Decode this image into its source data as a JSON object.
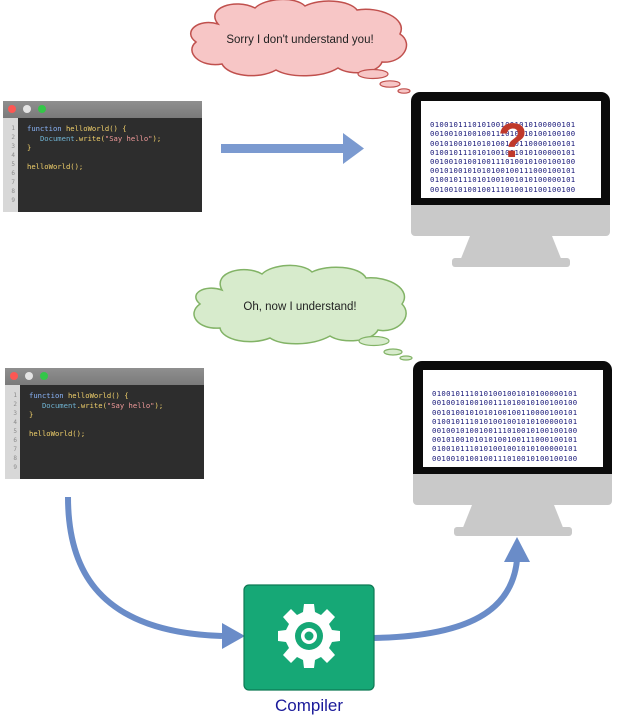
{
  "bubble_top": {
    "text": "Sorry I don't understand you!"
  },
  "bubble_bottom": {
    "text": "Oh, now I understand!"
  },
  "code": {
    "line_numbers": [
      "1",
      "2",
      "3",
      "4",
      "5",
      "6",
      "7",
      "8",
      "9"
    ],
    "line1_kw": "function",
    "line1_fn": "helloWorld() {",
    "line2_obj": "Document",
    "line2_write": ".write(",
    "line2_str": "\"Say hello\"",
    "line2_end": ");",
    "line3": "}",
    "line5": "helloWorld();"
  },
  "binary_lines": [
    "0100101110101001001010100000101",
    "0010010100100111010010100100100",
    "0010100101010100100110000100101",
    "0100101110101001001010100000101",
    "0010010100100111010010100100100",
    "0010100101010100100111000100101",
    "0100101110101001001010100000101",
    "0010010100100111010010100100100"
  ],
  "question_mark": "?",
  "compiler": {
    "label": "Compiler"
  },
  "colors": {
    "arrow": "#7b9ad0",
    "compiler_box": "#16a876",
    "bubble_red_fill": "#f7c6c6",
    "bubble_red_stroke": "#c0504d",
    "bubble_green_fill": "#d7ebcc",
    "bubble_green_stroke": "#82b366",
    "question_mark": "#c0392b"
  }
}
